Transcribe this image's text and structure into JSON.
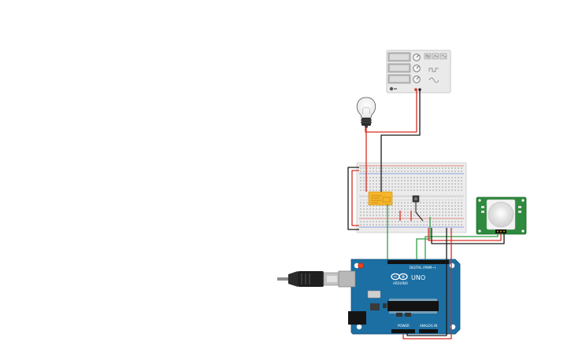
{
  "colors": {
    "wire_red": "#d62d20",
    "wire_black": "#1a1a1a",
    "wire_green": "#2f9e44",
    "arduino_blue": "#1c6fa3",
    "relay_yellow": "#f6b52b",
    "pir_green": "#2e8a3e",
    "breadboard": "#e9e9e9"
  },
  "components": {
    "function_generator": {
      "icon": "function-generator-icon"
    },
    "light_bulb": {
      "icon": "light-bulb-icon"
    },
    "breadboard": {
      "icon": "breadboard-icon"
    },
    "relay": {
      "icon": "relay-icon"
    },
    "pushbutton": {
      "icon": "pushbutton-icon"
    },
    "pir_sensor": {
      "icon": "pir-sensor-icon"
    },
    "usb_cable": {
      "icon": "usb-cable-icon"
    },
    "arduino": {
      "icon": "arduino-uno-icon",
      "model_label": "UNO",
      "brand_label": "ARDUINO",
      "digital_label": "DIGITAL (PWM~)",
      "power_label": "POWER",
      "analog_label": "ANALOG IN"
    }
  }
}
